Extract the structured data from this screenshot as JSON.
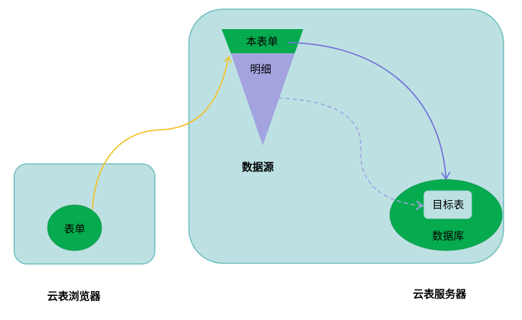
{
  "browser": {
    "caption": "云表浏览器",
    "form_label": "表单"
  },
  "server": {
    "caption": "云表服务器",
    "datasource_label": "数据源",
    "this_form_label": "本表单",
    "detail_label": "明细",
    "database_label": "数据库",
    "target_table_label": "目标表"
  },
  "colors": {
    "panel_fill": "#bde1e3",
    "panel_stroke": "#6bbcbe",
    "green": "#05ab4e",
    "funnel_purple": "#a3a3e0",
    "arrow_yellow": "#f2c12b",
    "arrow_blue": "#7373d8",
    "arrow_dashed": "#a3a3e0"
  }
}
